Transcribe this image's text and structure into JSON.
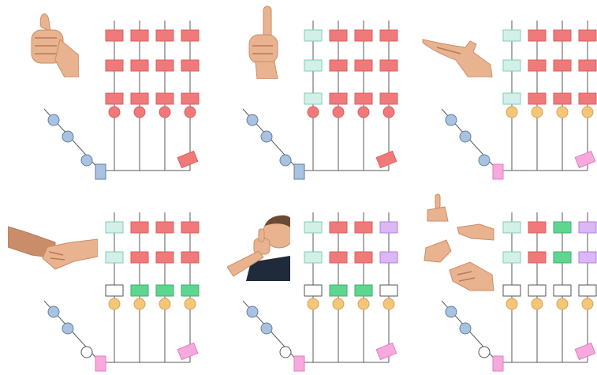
{
  "colors": {
    "line": "#5a5a5a",
    "red": "#f07a7a",
    "red_stroke": "#d95f5f",
    "teal": "#d3f0e8",
    "teal_stroke": "#7fcdb8",
    "green": "#5fd68f",
    "green_stroke": "#3fae6e",
    "purple": "#dcb6f5",
    "purple_stroke": "#b07ee0",
    "white": "#ffffff",
    "white_stroke": "#555555",
    "orange": "#f4c67a",
    "orange_stroke": "#d9a24f",
    "blue": "#a9c2df",
    "blue_stroke": "#5f7fa6",
    "pink": "#f7a8dc",
    "pink_stroke": "#e07ec0"
  },
  "panels": [
    {
      "gesture": "thumbs-up",
      "grid": [
        [
          "red",
          "red",
          "red",
          "red"
        ],
        [
          "red",
          "red",
          "red",
          "red"
        ],
        [
          "red",
          "red",
          "red",
          "red"
        ]
      ],
      "knobs": [
        "red",
        "red",
        "red",
        "red"
      ],
      "chain": [
        "blue",
        "blue",
        "blue"
      ],
      "base": "blue",
      "tip": "red"
    },
    {
      "gesture": "pointing-up",
      "grid": [
        [
          "teal",
          "red",
          "red",
          "red"
        ],
        [
          "teal",
          "red",
          "red",
          "red"
        ],
        [
          "teal",
          "red",
          "red",
          "red"
        ]
      ],
      "knobs": [
        "red",
        "red",
        "red",
        "red"
      ],
      "chain": [
        "blue",
        "blue",
        "blue"
      ],
      "base": "blue",
      "tip": "red"
    },
    {
      "gesture": "open-palm",
      "grid": [
        [
          "teal",
          "red",
          "red",
          "red"
        ],
        [
          "teal",
          "red",
          "red",
          "red"
        ],
        [
          "teal",
          "red",
          "red",
          "red"
        ]
      ],
      "knobs": [
        "orange",
        "orange",
        "orange",
        "orange"
      ],
      "chain": [
        "blue",
        "blue",
        "blue"
      ],
      "base": "pink",
      "tip": "pink"
    },
    {
      "gesture": "handshake",
      "grid": [
        [
          "teal",
          "red",
          "red",
          "red"
        ],
        [
          "teal",
          "red",
          "red",
          "red"
        ],
        [
          "white",
          "green",
          "green",
          "green"
        ]
      ],
      "knobs": [
        "orange",
        "orange",
        "orange",
        "orange"
      ],
      "chain": [
        "blue",
        "blue",
        "white"
      ],
      "base": "pink",
      "tip": "pink"
    },
    {
      "gesture": "man-thumbs-up",
      "grid": [
        [
          "teal",
          "red",
          "red",
          "purple"
        ],
        [
          "teal",
          "red",
          "red",
          "purple"
        ],
        [
          "white",
          "green",
          "green",
          "white"
        ]
      ],
      "knobs": [
        "orange",
        "orange",
        "orange",
        "orange"
      ],
      "chain": [
        "blue",
        "blue",
        "white"
      ],
      "base": "pink",
      "tip": "pink"
    },
    {
      "gesture": "hand-gestures",
      "grid": [
        [
          "teal",
          "red",
          "green",
          "purple"
        ],
        [
          "teal",
          "red",
          "green",
          "purple"
        ],
        [
          "white",
          "white",
          "white",
          "white"
        ]
      ],
      "knobs": [
        "orange",
        "orange",
        "orange",
        "orange"
      ],
      "chain": [
        "blue",
        "blue",
        "white"
      ],
      "base": "pink",
      "tip": "pink"
    }
  ]
}
